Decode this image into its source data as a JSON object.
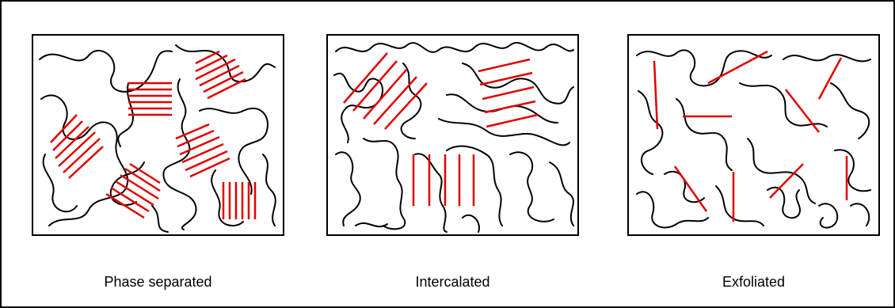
{
  "panels": [
    {
      "caption": "Phase separated"
    },
    {
      "caption": "Intercalated"
    },
    {
      "caption": "Exfoliated"
    }
  ],
  "colors": {
    "polymer_chain": "#000000",
    "clay_sheet": "#e00000",
    "background": "#ffffff"
  }
}
